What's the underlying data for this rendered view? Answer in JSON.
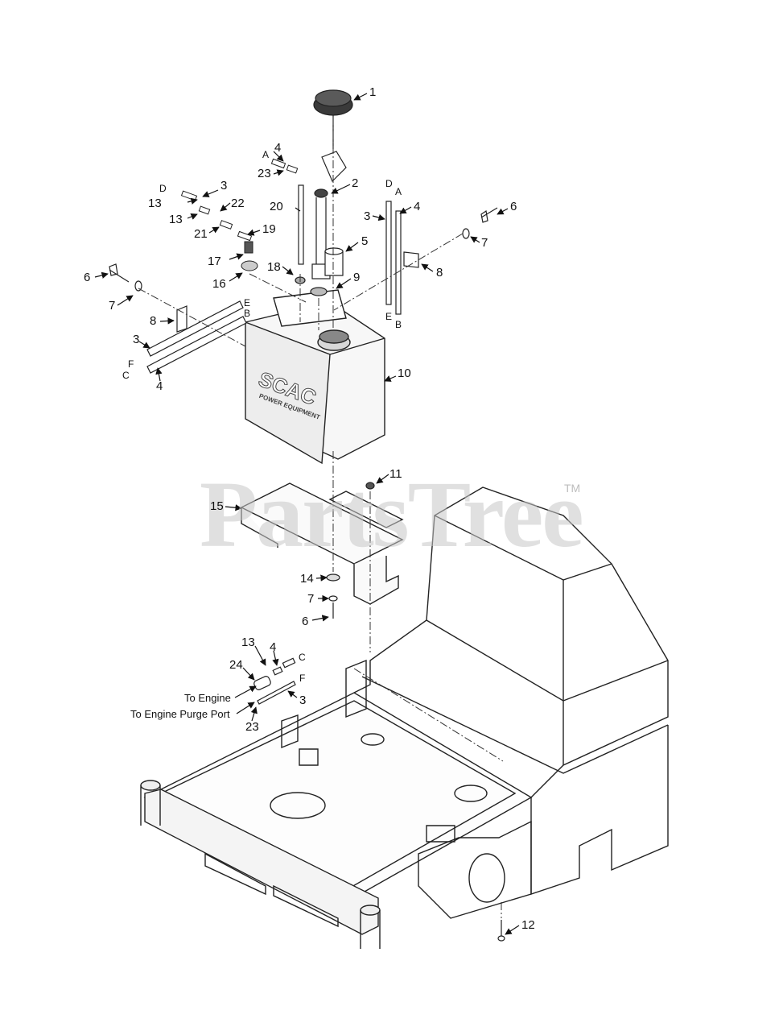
{
  "watermark": {
    "text": "PartsTree",
    "mark": "TM"
  },
  "notes": {
    "to_engine": "To Engine",
    "to_engine_purge": "To Engine Purge Port"
  },
  "tank": {
    "logo": "SCAC",
    "sublogo": "POWER EQUIPMENT"
  },
  "callouts": {
    "c1": "1",
    "c2": "2",
    "c3a": "3",
    "c3b": "3",
    "c3c": "3",
    "c3d": "3",
    "c4a": "4",
    "c4b": "4",
    "c4c": "4",
    "c4d": "4",
    "c5": "5",
    "c6a": "6",
    "c6b": "6",
    "c6c": "6",
    "c7a": "7",
    "c7b": "7",
    "c7c": "7",
    "c8a": "8",
    "c8b": "8",
    "c9": "9",
    "c10": "10",
    "c11": "11",
    "c12": "12",
    "c13a": "13",
    "c13b": "13",
    "c13c": "13",
    "c14": "14",
    "c15": "15",
    "c16": "16",
    "c17": "17",
    "c18": "18",
    "c19": "19",
    "c20": "20",
    "c21": "21",
    "c22": "22",
    "c23a": "23",
    "c23b": "23",
    "c24": "24"
  },
  "letters": {
    "a1": "A",
    "a2": "A",
    "b1": "B",
    "b2": "B",
    "c1": "C",
    "c2": "C",
    "d1": "D",
    "d2": "D",
    "e1": "E",
    "e2": "E",
    "f1": "F",
    "f2": "F"
  }
}
